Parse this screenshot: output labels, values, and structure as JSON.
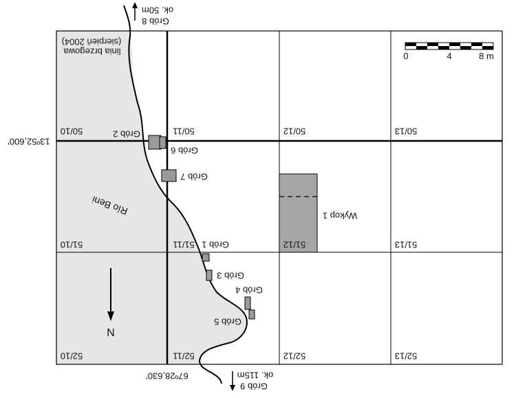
{
  "map": {
    "colors": {
      "land": "#e6e6e6",
      "grid": "#000000",
      "feature": "#9a9a9a",
      "excavation": "#a6a6a6"
    },
    "shoreline": {
      "label_line1": "(sierpień 2004)",
      "label_line2": "linia brzegowa"
    },
    "river_label": "Río Beni",
    "north_label": "N",
    "coordinates": {
      "latitude": "13º52,600'",
      "longitude": "67º28,630'"
    },
    "grid_cells": [
      "50/10",
      "50/11",
      "50/12",
      "50/13",
      "51/10",
      "51/11",
      "51/12",
      "51/13",
      "52/10",
      "52/11",
      "52/12",
      "52/13"
    ],
    "graves": {
      "g1": "Grób 1",
      "g2": "Grób 2",
      "g3": "Grób 3",
      "g4": "Grób 4",
      "g5": "Grób 5",
      "g6": "Grób 6",
      "g7": "Grób 7"
    },
    "offmap": {
      "top_distance": "ok. 50m",
      "top_grave": "Grób 8",
      "bottom_distance": "ok. 115m",
      "bottom_grave": "Grób 9"
    },
    "excavation_label": "Wykop 1",
    "scale": {
      "ticks": [
        "0",
        "4",
        "8 m"
      ],
      "segments": 8
    }
  }
}
